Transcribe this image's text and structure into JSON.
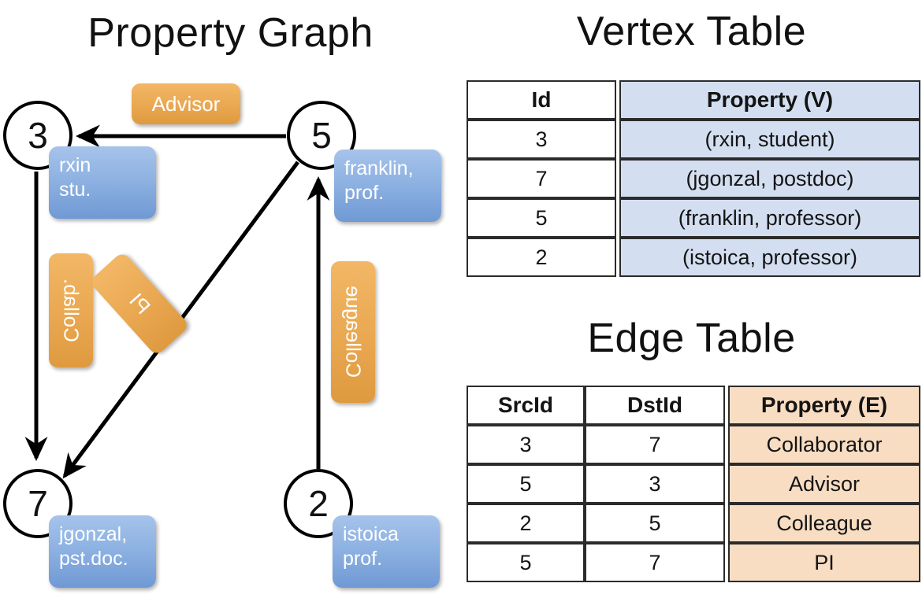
{
  "titles": {
    "property_graph": "Property Graph",
    "vertex_table": "Vertex Table",
    "edge_table": "Edge Table"
  },
  "colors": {
    "vertex_property_fill": "#d3dff1",
    "edge_property_fill": "#f8ddc3",
    "node_label_box": "#8eb2e2",
    "edge_label_box": "#eaa953",
    "stroke": "#000000"
  },
  "graph": {
    "nodes": [
      {
        "id": "3",
        "label_lines": "rxin\nstu.",
        "line1": "rxin",
        "line2": "stu."
      },
      {
        "id": "5",
        "label_lines": "franklin,\nprof.",
        "line1": "franklin,",
        "line2": "prof."
      },
      {
        "id": "7",
        "label_lines": "jgonzal,\npst.doc.",
        "line1": "jgonzal,",
        "line2": "pst.doc."
      },
      {
        "id": "2",
        "label_lines": "istoica\nprof.",
        "line1": "istoica",
        "line2": "prof."
      }
    ],
    "edge_labels": [
      {
        "text": "Advisor",
        "orientation": "horizontal"
      },
      {
        "text": "Collab.",
        "orientation": "vertical"
      },
      {
        "text": "PI",
        "orientation": "rotated"
      },
      {
        "text": "Colleague",
        "orientation": "vertical"
      }
    ]
  },
  "vertex_table": {
    "headers": [
      "Id",
      "Property (V)"
    ],
    "rows": [
      {
        "id": "3",
        "property": "(rxin, student)"
      },
      {
        "id": "7",
        "property": "(jgonzal, postdoc)"
      },
      {
        "id": "5",
        "property": "(franklin, professor)"
      },
      {
        "id": "2",
        "property": "(istoica, professor)"
      }
    ]
  },
  "edge_table": {
    "headers": [
      "SrcId",
      "DstId",
      "Property (E)"
    ],
    "rows": [
      {
        "src": "3",
        "dst": "7",
        "property": "Collaborator"
      },
      {
        "src": "5",
        "dst": "3",
        "property": "Advisor"
      },
      {
        "src": "2",
        "dst": "5",
        "property": "Colleague"
      },
      {
        "src": "5",
        "dst": "7",
        "property": "PI"
      }
    ]
  }
}
